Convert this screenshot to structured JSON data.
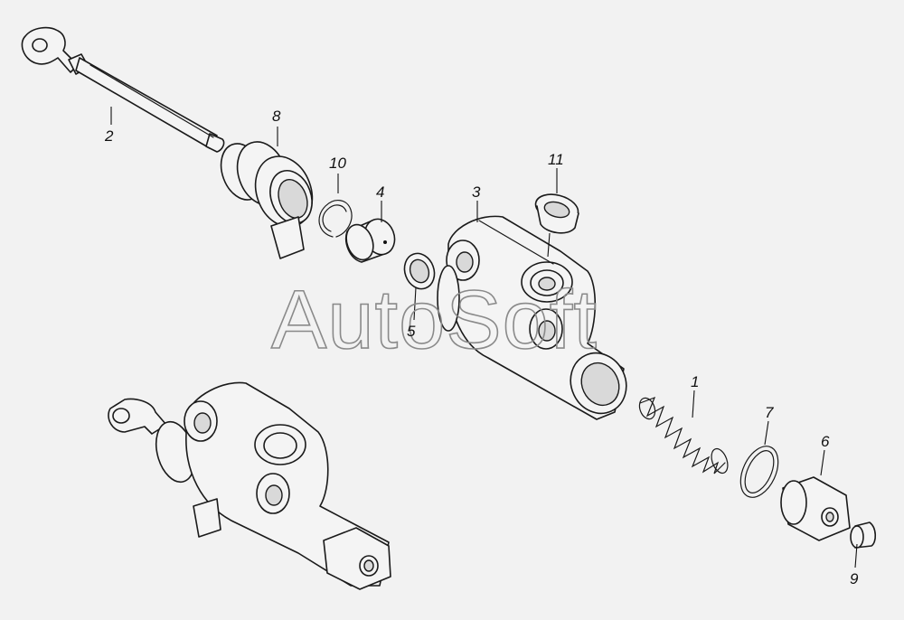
{
  "labels": {
    "p1": "1",
    "p2": "2",
    "p3": "3",
    "p4": "4",
    "p5": "5",
    "p6": "6",
    "p7": "7",
    "p8": "8",
    "p9": "9",
    "p10": "10",
    "p11": "11"
  },
  "watermark": "AutoSoft"
}
